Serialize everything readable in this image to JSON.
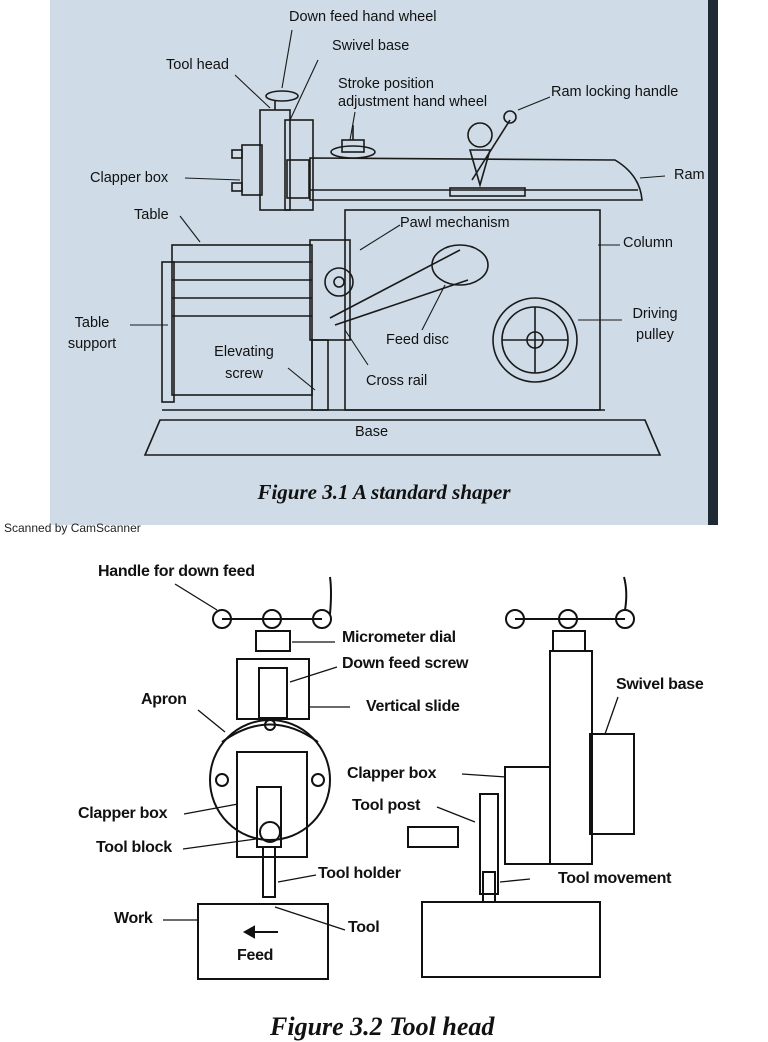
{
  "figure1": {
    "caption": "Figure 3.1 A standard shaper",
    "labels": {
      "down_feed_hand_wheel": "Down feed hand wheel",
      "swivel_base": "Swivel base",
      "tool_head": "Tool head",
      "stroke_position_line1": "Stroke position",
      "stroke_position_line2": "adjustment hand wheel",
      "ram_locking_handle": "Ram locking handle",
      "clapper_box": "Clapper box",
      "ram": "Ram",
      "table": "Table",
      "pawl_mechanism": "Pawl mechanism",
      "column": "Column",
      "table_support_line1": "Table",
      "table_support_line2": "support",
      "driving_pulley_line1": "Driving",
      "driving_pulley_line2": "pulley",
      "feed_disc": "Feed disc",
      "elevating_screw_line1": "Elevating",
      "elevating_screw_line2": "screw",
      "cross_rail": "Cross rail",
      "base": "Base"
    }
  },
  "watermark": "Scanned by CamScanner",
  "figure2": {
    "caption": "Figure 3.2 Tool head",
    "labels": {
      "handle_for_down_feed": "Handle for down feed",
      "micrometer_dial": "Micrometer dial",
      "down_feed_screw": "Down feed screw",
      "apron": "Apron",
      "vertical_slide": "Vertical slide",
      "swivel_base": "Swivel base",
      "clapper_box_right": "Clapper box",
      "tool_post": "Tool post",
      "clapper_box_left": "Clapper box",
      "tool_block": "Tool block",
      "tool_holder": "Tool holder",
      "tool_movement": "Tool movement",
      "work": "Work",
      "tool": "Tool",
      "feed": "Feed"
    }
  }
}
